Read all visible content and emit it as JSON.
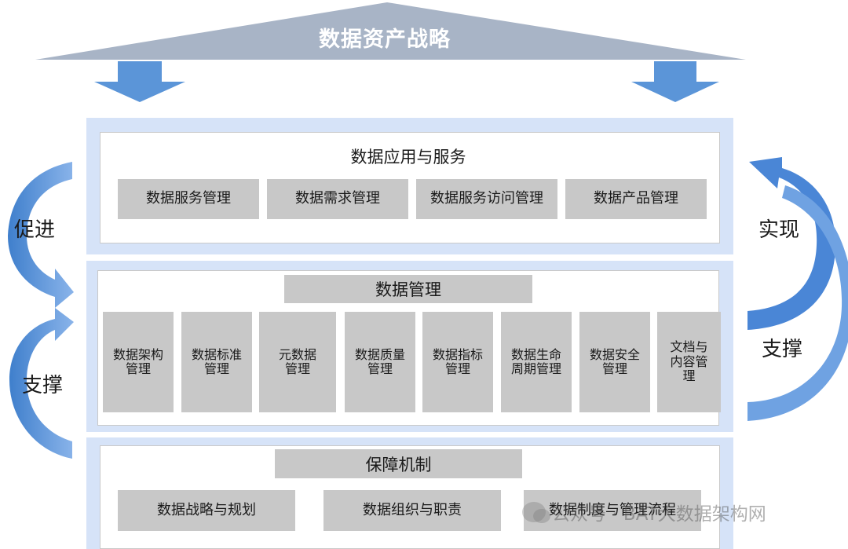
{
  "roof": {
    "title": "数据资产战略"
  },
  "layers": {
    "application": {
      "title": "数据应用与服务",
      "items": [
        "数据服务管理",
        "数据需求管理",
        "数据服务访问管理",
        "数据产品管理"
      ]
    },
    "management": {
      "title": "数据管理",
      "items": [
        "数据架构\n管理",
        "数据标准\n管理",
        "元数据\n管理",
        "数据质量\n管理",
        "数据指标\n管理",
        "数据生命\n周期管理",
        "数据安全\n管理",
        "文档与\n内容管\n理"
      ]
    },
    "guarantee": {
      "title": "保障机制",
      "items": [
        "数据战略与规划",
        "数据组织与职责",
        "数据制度与管理流程"
      ]
    }
  },
  "side_labels": {
    "left_top": "促进",
    "left_bottom": "支撑",
    "right_top": "实现",
    "right_bottom": "支撑"
  },
  "watermark": {
    "text": "公众号 · BAT大数据架构网"
  },
  "colors": {
    "roof": "#a8b4c6",
    "arrow": "#5b95d8",
    "band": "#d6e3f8",
    "box": "#c8c8c8"
  }
}
